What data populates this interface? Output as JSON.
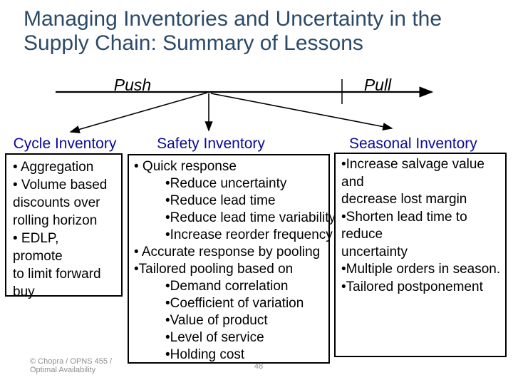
{
  "slide": {
    "title": {
      "line1": "Managing Inventories and Uncertainty in the",
      "line2": "Supply Chain: Summary of Lessons"
    },
    "axis": {
      "push_label": "Push",
      "pull_label": "Pull"
    },
    "columns": [
      {
        "id": "cycle",
        "label": "Cycle Inventory",
        "lines": [
          {
            "t": "• Aggregation",
            "i": 0
          },
          {
            "t": "• Volume based",
            "i": 0
          },
          {
            "t": "discounts over",
            "i": 0
          },
          {
            "t": "rolling horizon",
            "i": 0
          },
          {
            "t": "• EDLP,",
            "i": 0
          },
          {
            "t": "promote",
            "i": 0
          },
          {
            "t": "to limit forward",
            "i": 0
          },
          {
            "t": "buy",
            "i": 0
          }
        ]
      },
      {
        "id": "safety",
        "label": "Safety Inventory",
        "lines": [
          {
            "t": "• Quick response",
            "i": 0
          },
          {
            "t": "•Reduce uncertainty",
            "i": 1
          },
          {
            "t": "•Reduce lead time",
            "i": 1
          },
          {
            "t": "•Reduce lead time variability",
            "i": 1
          },
          {
            "t": "•Increase reorder frequency",
            "i": 1
          },
          {
            "t": "• Accurate response by pooling",
            "i": 0
          },
          {
            "t": "•Tailored pooling based on",
            "i": 0
          },
          {
            "t": "•Demand correlation",
            "i": 1
          },
          {
            "t": "•Coefficient of variation",
            "i": 1
          },
          {
            "t": "•Value of product",
            "i": 1
          },
          {
            "t": "•Level of service",
            "i": 1
          },
          {
            "t": "•Holding cost",
            "i": 1
          }
        ]
      },
      {
        "id": "seasonal",
        "label": "Seasonal Inventory",
        "lines": [
          {
            "t": "•Increase salvage value",
            "i": 0
          },
          {
            "t": "and",
            "i": 0
          },
          {
            "t": "decrease lost margin",
            "i": 0
          },
          {
            "t": "•Shorten lead time to",
            "i": 0
          },
          {
            "t": "reduce",
            "i": 0
          },
          {
            "t": "uncertainty",
            "i": 0
          },
          {
            "t": "•Multiple orders in season.",
            "i": 0
          },
          {
            "t": "•Tailored postponement",
            "i": 0
          }
        ]
      }
    ],
    "footer": {
      "credit_line1": "© Chopra / OPNS 455 /",
      "credit_line2": "Optimal Availability",
      "page_number": "48"
    },
    "colors": {
      "title_text": "#2B4A68",
      "category_label": "#0A0A9B",
      "body_text": "#000000",
      "axis_line": "#000000",
      "footer_text": "#8F8F8F",
      "background": "#FFFFFF"
    }
  }
}
